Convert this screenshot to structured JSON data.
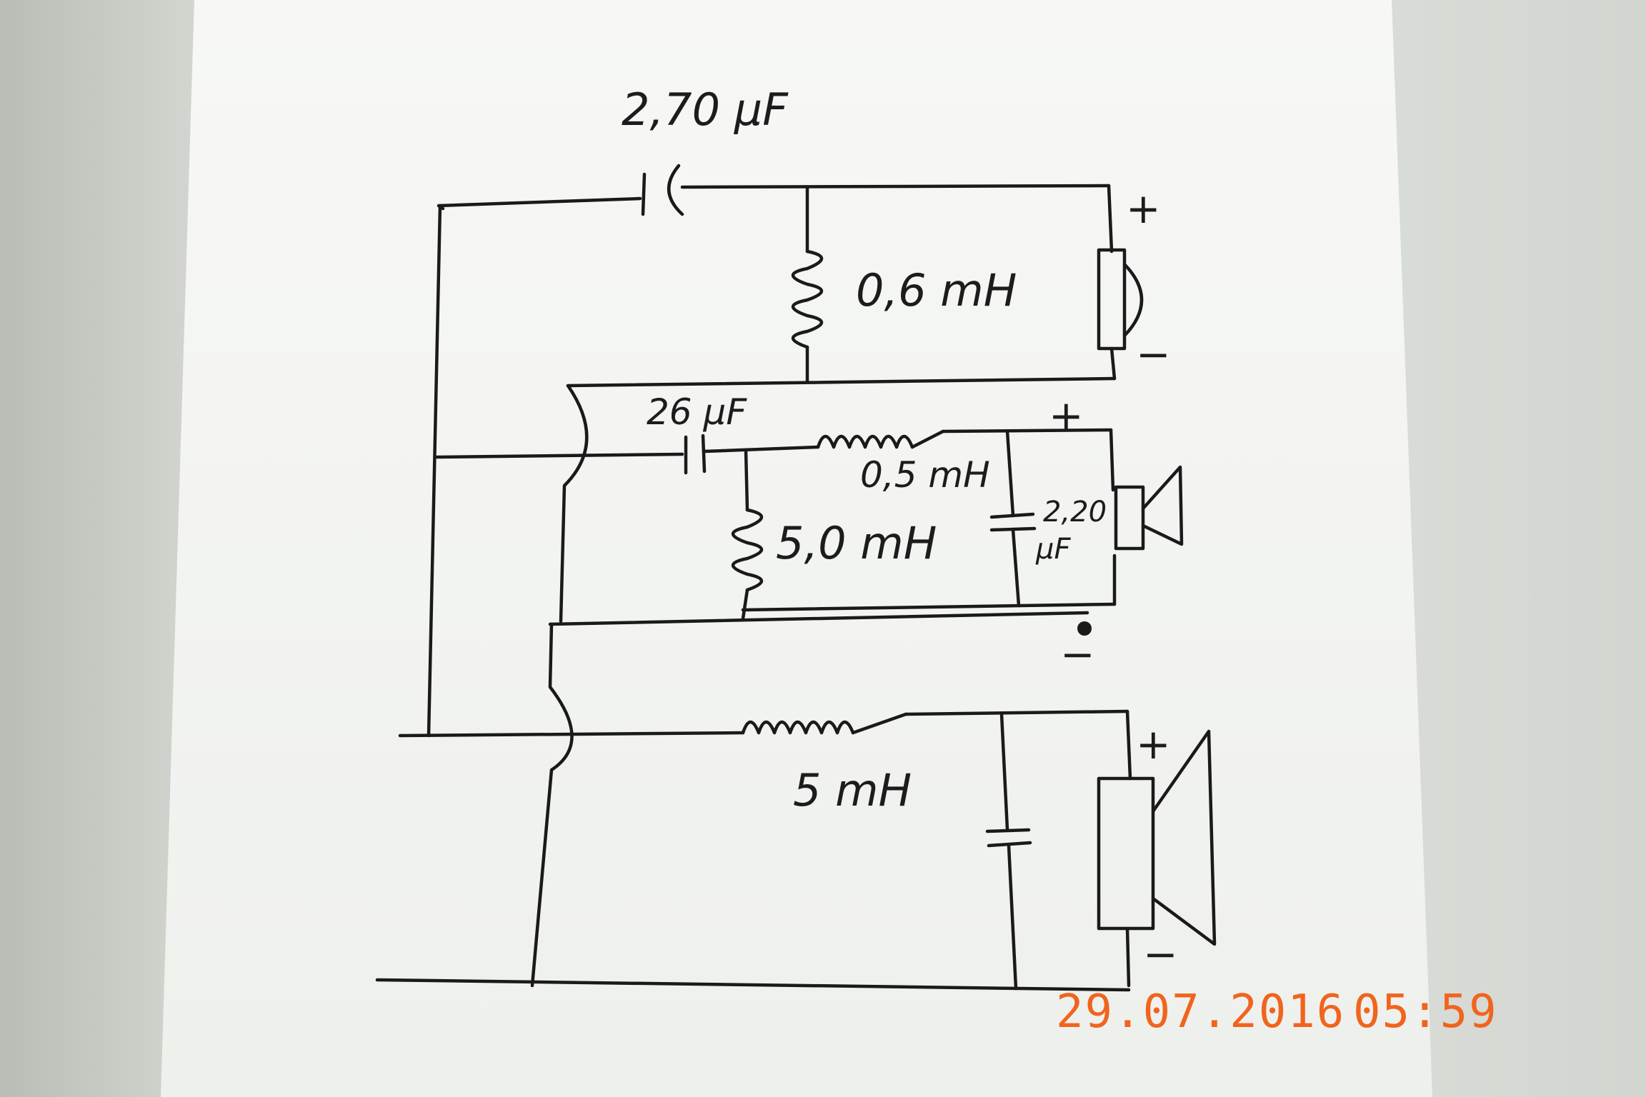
{
  "components": {
    "tweeter_cap": "2,70 μF",
    "tweeter_coil": "0,6 mH",
    "mid_cap": "26 μF",
    "mid_series_coil": "0,5 mH",
    "mid_shunt_coil": "5,0 mH",
    "mid_shunt_cap_value": "2,20",
    "mid_shunt_cap_unit": "μF",
    "woofer_coil": "5 mH"
  },
  "polarity": {
    "plus": "+",
    "minus": "−"
  },
  "timestamp": {
    "date": "29.07.2016",
    "time": "05:59"
  },
  "colors": {
    "paper": "#f4f5f3",
    "ink": "#1a1a1a",
    "stamp": "#f0641e"
  }
}
